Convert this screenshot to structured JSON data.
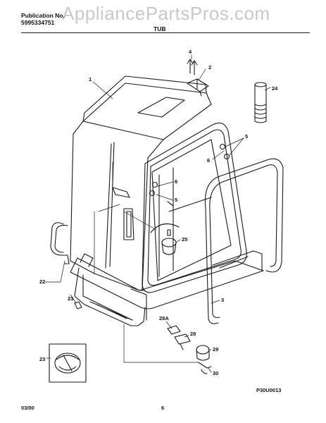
{
  "header": {
    "publication_label": "Publication No.",
    "publication_number": "5995334751",
    "section_title": "TUB",
    "watermark": "AppliancePartsPros.com"
  },
  "callouts": [
    "1",
    "2",
    "4",
    "24",
    "5",
    "6",
    "6",
    "5",
    "25",
    "22",
    "23",
    "3",
    "28A",
    "28",
    "29",
    "30",
    "23"
  ],
  "diagram_code": "P30U0013",
  "footer": {
    "date": "03/00",
    "page": "6"
  }
}
